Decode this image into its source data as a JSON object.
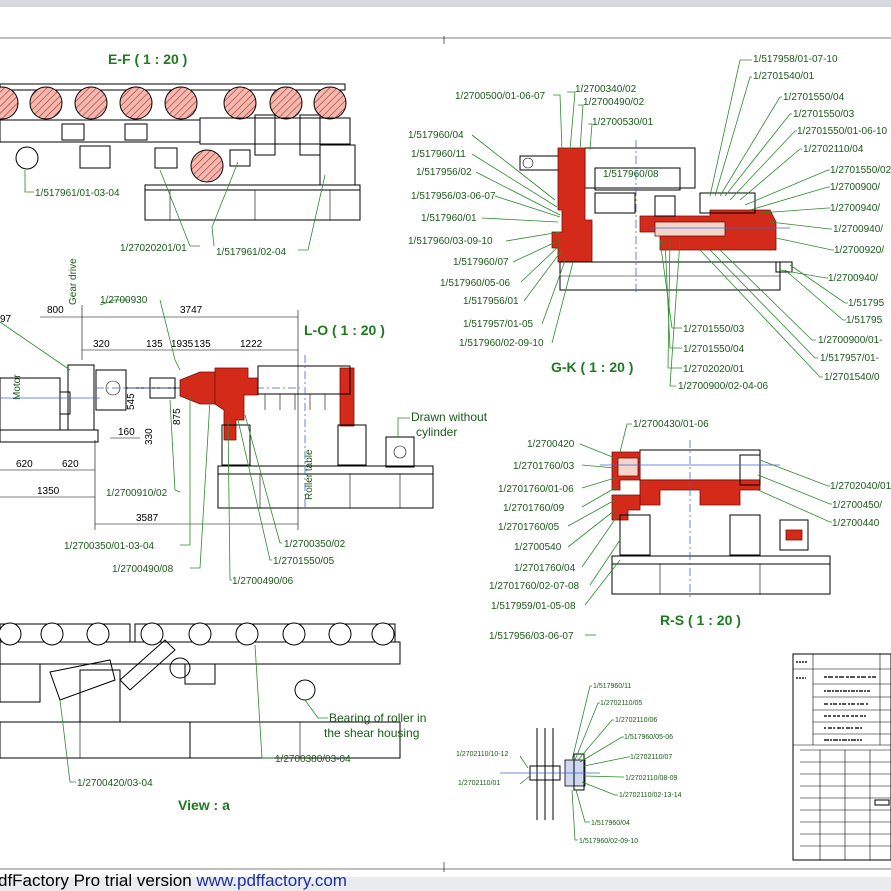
{
  "views": {
    "ef": "E-F ( 1 : 20 )",
    "lo": "L-O ( 1 : 20 )",
    "gk": "G-K ( 1 : 20 )",
    "rs": "R-S ( 1 : 20 )",
    "a": "View :  a"
  },
  "ef_callouts": [
    "1/517961/01-03-04",
    "1/27020201/01",
    "1/517961/02-04"
  ],
  "gk_callouts_left": [
    "1/2700500/01-06-07",
    "1/2700340/02",
    "1/2700490/02",
    "1/2700530/01",
    "1/517960/04",
    "1/517960/11",
    "1/517956/02",
    "1/517956/03-06-07",
    "1/517960/01",
    "1/517960/03-09-10",
    "1/517960/07",
    "1/517960/05-06",
    "1/517956/01",
    "1/517957/01-05",
    "1/517960/02-09-10",
    "1/517960/08"
  ],
  "gk_callouts_bottom": [
    "1/2701550/03",
    "1/2701550/04",
    "1/2702020/01",
    "1/2700900/02-04-06"
  ],
  "gk_callouts_right": [
    "1/517958/01-07-10",
    "1/2701540/01",
    "1/2701550/04",
    "1/2701550/03",
    "1/2701550/01-06-10",
    "1/2702110/04",
    "1/2701550/02",
    "1/2700900/",
    "1/2700940/",
    "1/2700940/",
    "1/2700920/",
    "1/2700940/",
    "1/51795",
    "1/51795",
    "1/2700900/01-",
    "1/517957/01-",
    "1/2701540/0"
  ],
  "lo_dims": [
    "800",
    "3747",
    "320",
    "135",
    "1935",
    "135",
    "1222",
    "545",
    "875",
    "330",
    "160",
    "620",
    "620",
    "1350",
    "3587"
  ],
  "lo_labels": {
    "gear_drive": "Gear drive",
    "motor": "Motor",
    "roller_table": "Roller table",
    "drawn_without": "Drawn without",
    "cylinder": "cylinder",
    "left_cut": "97"
  },
  "lo_callouts": [
    "1/2700930",
    "1/2700910/02",
    "1/2700350/01-03-04",
    "1/2700490/08",
    "1/2700490/06",
    "1/2701550/05",
    "1/2700350/02"
  ],
  "rs_callouts_left": [
    "1/2700430/01-06",
    "1/2700420",
    "1/2701760/03",
    "1/2701760/01-06",
    "1/2701760/09",
    "1/2701760/05",
    "1/2700540",
    "1/2701760/04",
    "1/2701760/02-07-08",
    "1/517959/01-05-08",
    "1/517956/03-06-07"
  ],
  "rs_callouts_right": [
    "1/2702040/01",
    "1/2700450/",
    "1/2700440"
  ],
  "view_a_notes": {
    "bearing1": "Bearing of roller in",
    "bearing2": "the shear housing"
  },
  "view_a_callouts": [
    "1/2700420/03-04",
    "1/2700380/03-04"
  ],
  "detail_callouts": [
    "1/517960/11",
    "1/2702110/05",
    "1/2702110/06",
    "1/517960/05-06",
    "1/2702110/07",
    "1/2702110/08-09",
    "1/2702110/02-13-14",
    "1/517960/04",
    "1/517960/02-09-10",
    "1/2702110/10-12",
    "1/2702110/01"
  ],
  "title_block_rows": [
    "",
    "",
    "",
    "",
    "",
    "",
    ""
  ],
  "footer": {
    "prefix": "dfFactory Pro trial version ",
    "link": "www.pdffactory.com"
  },
  "colors": {
    "accent_red": "#d42a1a",
    "leader_green": "#2c8a2c",
    "center_blue": "#3b66d8"
  }
}
